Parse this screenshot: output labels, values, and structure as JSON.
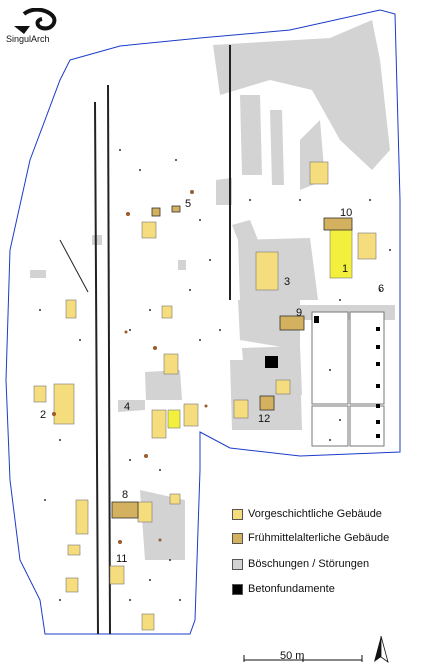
{
  "logo": {
    "text": "SingulArch"
  },
  "legend": [
    {
      "label": "Vorgeschichtliche Gebäude",
      "color": "#f5dd7e"
    },
    {
      "label": "Frühmittelalterliche Gebäude",
      "color": "#d4b15e"
    },
    {
      "label": "Böschungen / Störungen",
      "color": "#d3d3d3"
    },
    {
      "label": "Betonfundamente",
      "color": "#000000"
    }
  ],
  "scale": {
    "label": "50 m"
  },
  "building_numbers": [
    "1",
    "2",
    "3",
    "4",
    "5",
    "6",
    "8",
    "9",
    "10",
    "11",
    "12"
  ],
  "colors": {
    "prehistoric": "#f5dd7e",
    "medieval": "#d4b15e",
    "disturbance": "#d3d3d3",
    "concrete": "#000000",
    "boundary": "#1a3cc8",
    "highlight": "#f2f03c"
  },
  "north_arrow": {
    "icon": "north-arrow-icon"
  }
}
